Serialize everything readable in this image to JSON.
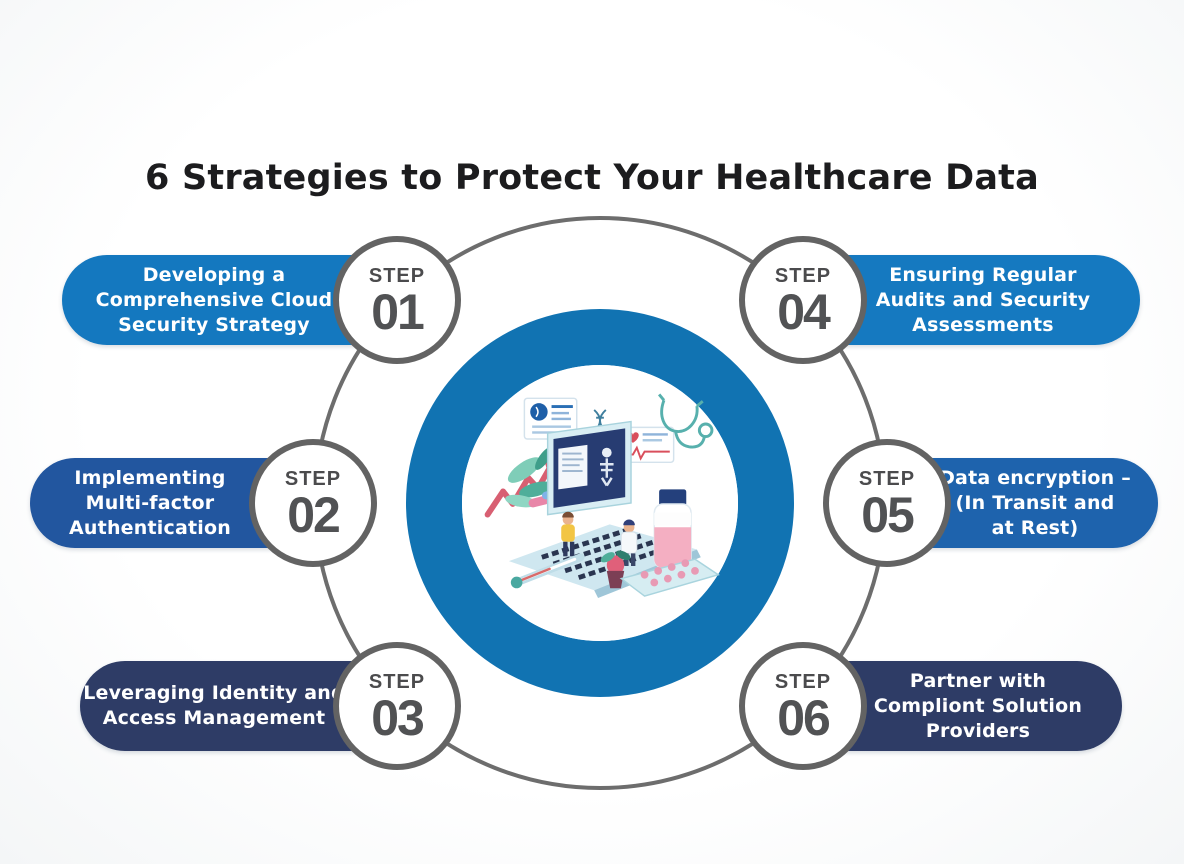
{
  "title": "6 Strategies to Protect Your Healthcare Data",
  "colors": {
    "background": "#fdfdfd",
    "title_text": "#1c1c1e",
    "outer_ring": "#6d6d6d",
    "inner_ring": "#1173b2",
    "step_circle_border": "#636363",
    "step_label_text": "#4b4b4d",
    "step_number_text": "#515254",
    "banner_text": "#ffffff"
  },
  "steps": [
    {
      "step_label": "STEP",
      "number": "01",
      "side": "left",
      "lines": [
        "Developing a",
        "Comprehensive Cloud",
        "Security Strategy"
      ],
      "banner_color": "#1478bf"
    },
    {
      "step_label": "STEP",
      "number": "02",
      "side": "left",
      "lines": [
        "Implementing",
        "Multi-factor",
        "Authentication"
      ],
      "banner_color": "#22569f"
    },
    {
      "step_label": "STEP",
      "number": "03",
      "side": "left",
      "lines": [
        "Leveraging Identity and",
        "Access Management"
      ],
      "banner_color": "#2e3c66"
    },
    {
      "step_label": "STEP",
      "number": "04",
      "side": "right",
      "lines": [
        "Ensuring Regular",
        "Audits and Security",
        "Assessments"
      ],
      "banner_color": "#1579c0"
    },
    {
      "step_label": "STEP",
      "number": "05",
      "side": "right",
      "lines": [
        "Data encryption –",
        "(In Transit and",
        "at Rest)"
      ],
      "banner_color": "#1e63ad"
    },
    {
      "step_label": "STEP",
      "number": "06",
      "side": "right",
      "lines": [
        "Partner with",
        "Compliont Solution",
        "Providers"
      ],
      "banner_color": "#2e3c66"
    }
  ],
  "center_illustration": {
    "name": "healthcare-data-illustration",
    "elements": [
      "laptop",
      "medical-record-card",
      "ekg-card",
      "dna-strand",
      "stethoscope",
      "growth-arrow-chart",
      "leaves",
      "pills",
      "thermometer",
      "plant-pot",
      "pill-bottle",
      "pill-blister-pack",
      "person-figures"
    ]
  }
}
